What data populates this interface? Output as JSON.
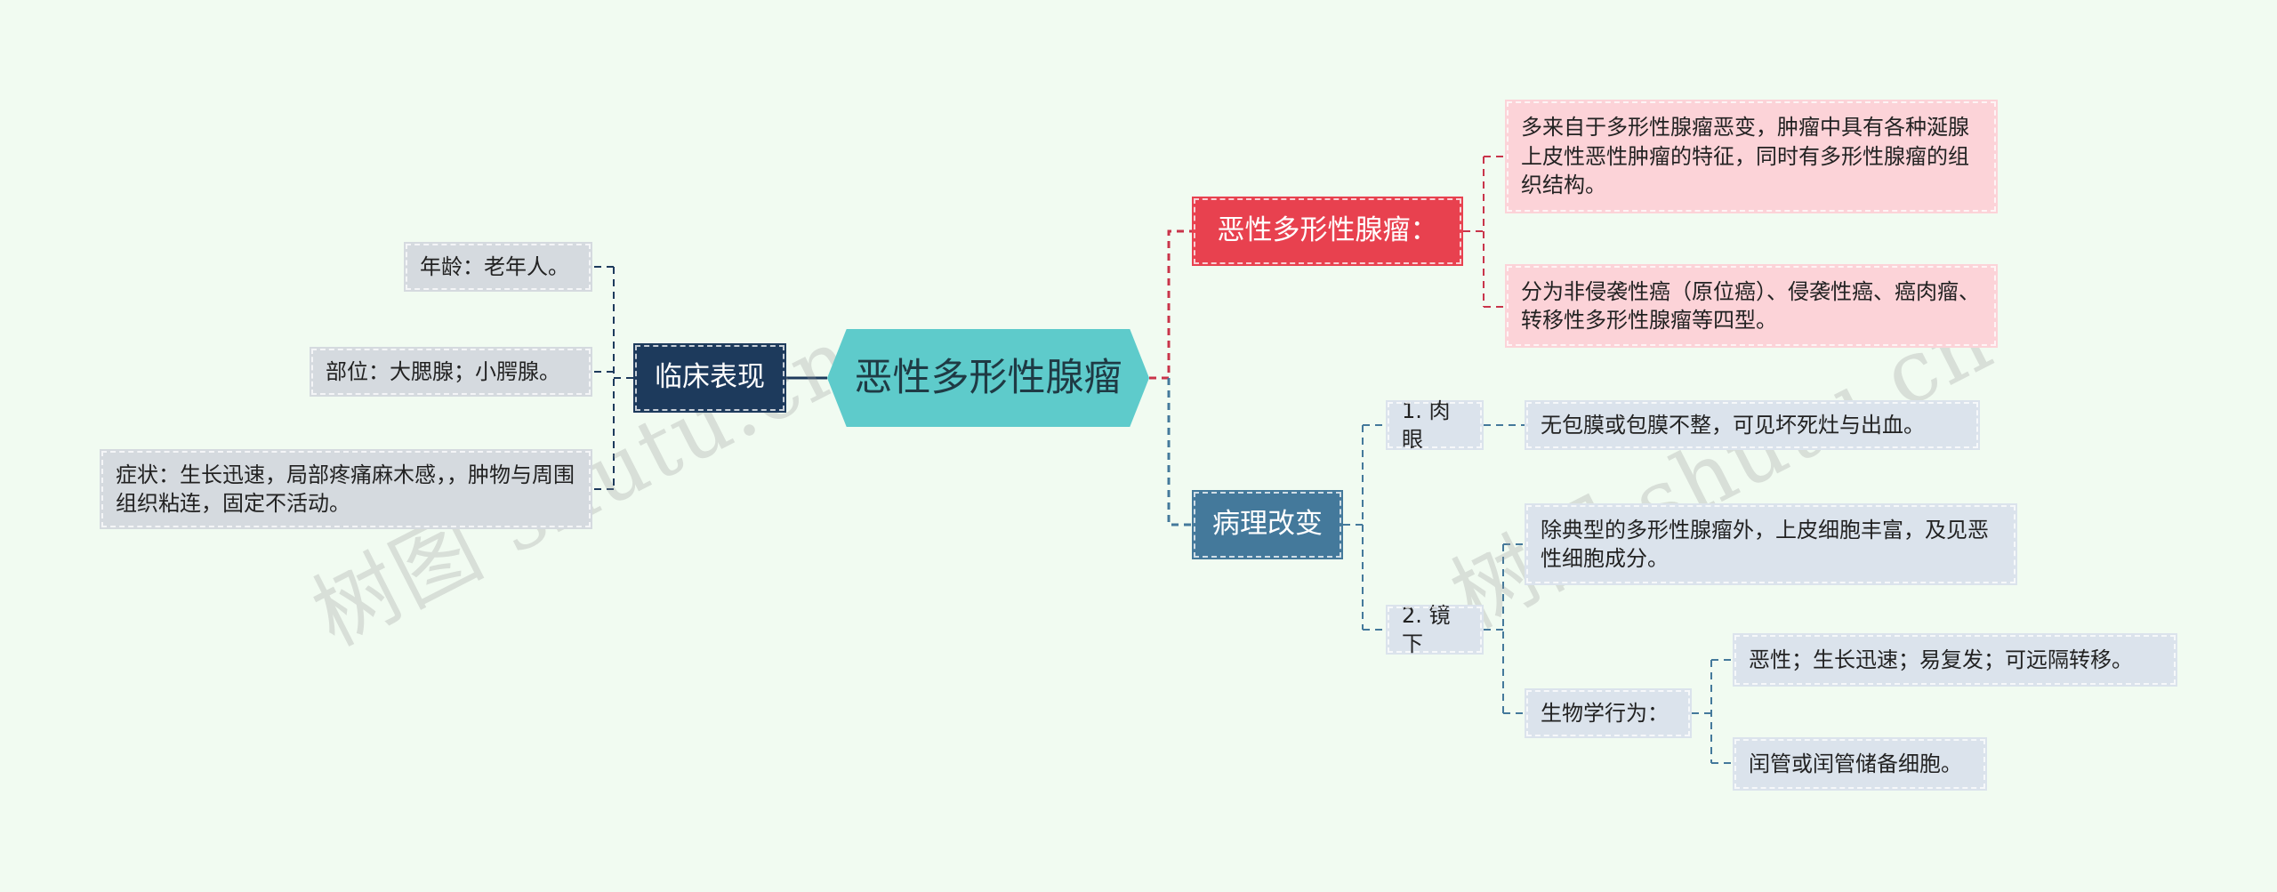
{
  "central": "恶性多形性腺瘤",
  "left_branch": {
    "label": "临床表现",
    "items": [
      "年龄：老年人。",
      "部位：大腮腺；小腭腺。",
      "症状：生长迅速，局部疼痛麻木感，，肿物与周围组织粘连，固定不活动。"
    ]
  },
  "right_top_branch": {
    "label": "恶性多形性腺瘤：",
    "items": [
      "多来自于多形性腺瘤恶变，肿瘤中具有各种涎腺上皮性恶性肿瘤的特征，同时有多形性腺瘤的组织结构。",
      "分为非侵袭性癌（原位癌）、侵袭性癌、癌肉瘤、转移性多形性腺瘤等四型。"
    ]
  },
  "right_bottom_branch": {
    "label": "病理改变",
    "gross": {
      "label": "1. 肉眼",
      "detail": "无包膜或包膜不整，可见坏死灶与出血。"
    },
    "micro": {
      "label": "2. 镜下",
      "detail": "除典型的多形性腺瘤外，上皮细胞丰富，及见恶性细胞成分。",
      "behavior": {
        "label": "生物学行为：",
        "items": [
          "恶性；生长迅速；易复发；可远隔转移。",
          "闰管或闰管储备细胞。"
        ]
      }
    }
  },
  "watermarks": [
    "树图 shutu.cn",
    "树图 shutu.cn"
  ],
  "colors": {
    "background": "#f1fbf1",
    "central": "#5ecbcb",
    "clinical": "#1d3a5c",
    "malignant": "#e8414f",
    "pathology": "#44799b",
    "line_left": "#1d3a5c",
    "line_red": "#c9344a",
    "line_blue": "#44799b"
  }
}
